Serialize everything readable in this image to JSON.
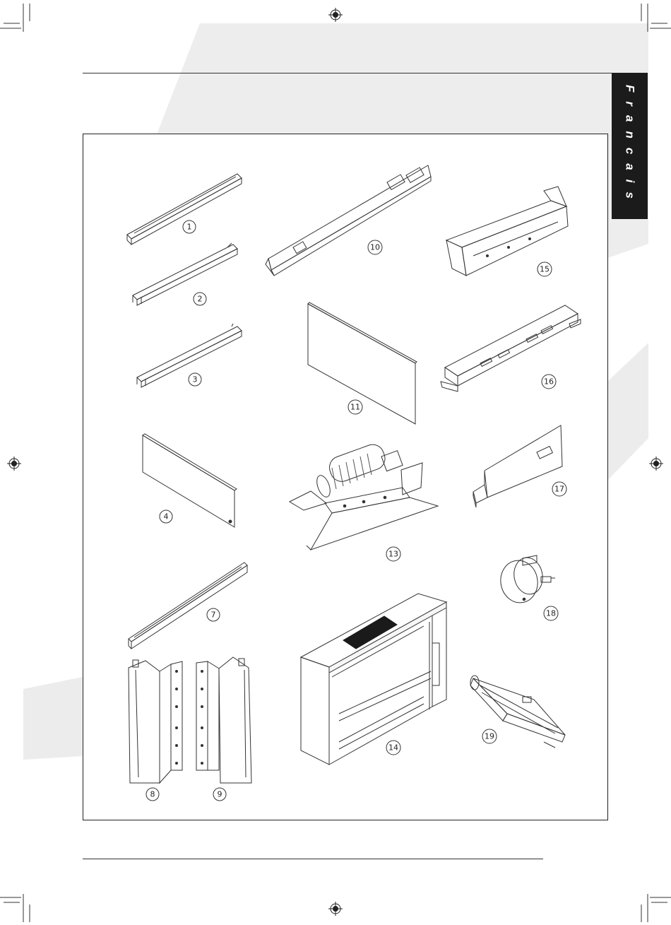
{
  "language_tab": "Francais",
  "parts": [
    {
      "number": "1"
    },
    {
      "number": "2"
    },
    {
      "number": "3"
    },
    {
      "number": "4"
    },
    {
      "number": "7"
    },
    {
      "number": "8"
    },
    {
      "number": "9"
    },
    {
      "number": "10"
    },
    {
      "number": "11"
    },
    {
      "number": "13"
    },
    {
      "number": "14"
    },
    {
      "number": "15"
    },
    {
      "number": "16"
    },
    {
      "number": "17"
    },
    {
      "number": "18"
    },
    {
      "number": "19"
    }
  ]
}
